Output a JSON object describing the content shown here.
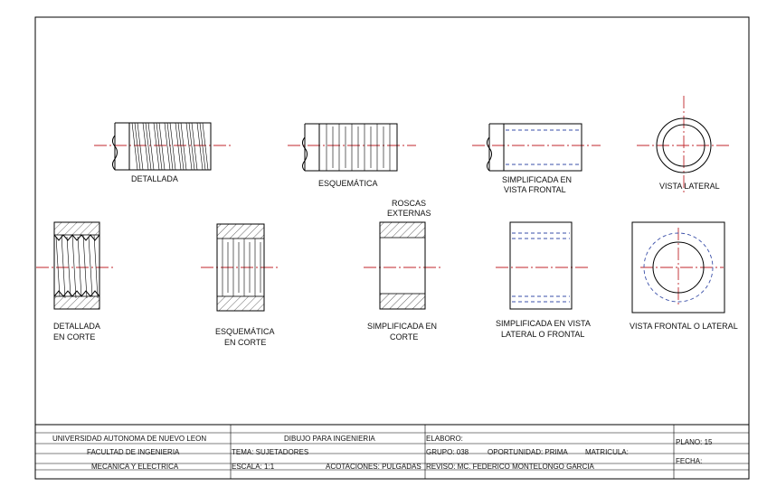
{
  "sheet_title": "ROSCAS EXTERNAS",
  "views": {
    "detallada": "DETALLADA",
    "esquematica": "ESQUEMÁTICA",
    "simplificada_frontal_1": "SIMPLIFICADA EN",
    "simplificada_frontal_2": "VISTA FRONTAL",
    "vista_lateral": "VISTA LATERAL",
    "detallada_corte_1": "DETALLADA",
    "detallada_corte_2": "EN CORTE",
    "esquematica_corte_1": "ESQUEMÁTICA",
    "esquematica_corte_2": "EN CORTE",
    "simplificada_corte_1": "SIMPLIFICADA EN",
    "simplificada_corte_2": "CORTE",
    "simplificada_lateral_1": "SIMPLIFICADA EN VISTA",
    "simplificada_lateral_2": "LATERAL O FRONTAL",
    "vista_frontal_lateral": "VISTA FRONTAL O LATERAL",
    "roscas_1": "ROSCAS",
    "roscas_2": "EXTERNAS"
  },
  "title_block": {
    "university": "UNIVERSIDAD AUTONOMA DE NUEVO LEON",
    "faculty": "FACULTAD DE INGENIERIA",
    "department": "MECANICA Y ELECTRICA",
    "course": "DIBUJO PARA INGENIERIA",
    "topic": "TEMA: SUJETADORES",
    "scale": "ESCALA: 1:1",
    "dimensions": "ACOTACIONES: PULGADAS",
    "made_by": "ELABORO:",
    "group": "GRUPO: 038",
    "opportunity": "OPORTUNIDAD: PRIMA",
    "student_id": "MATRICULA:",
    "reviewed_by": "REVISO: MC. FEDERICO MONTELONGO GARCIA",
    "sheet": "PLANO: 15",
    "date": "FECHA:"
  },
  "colors": {
    "center_line": "#c0262b",
    "hidden_line": "#3a4fa8",
    "line": "#000000"
  }
}
